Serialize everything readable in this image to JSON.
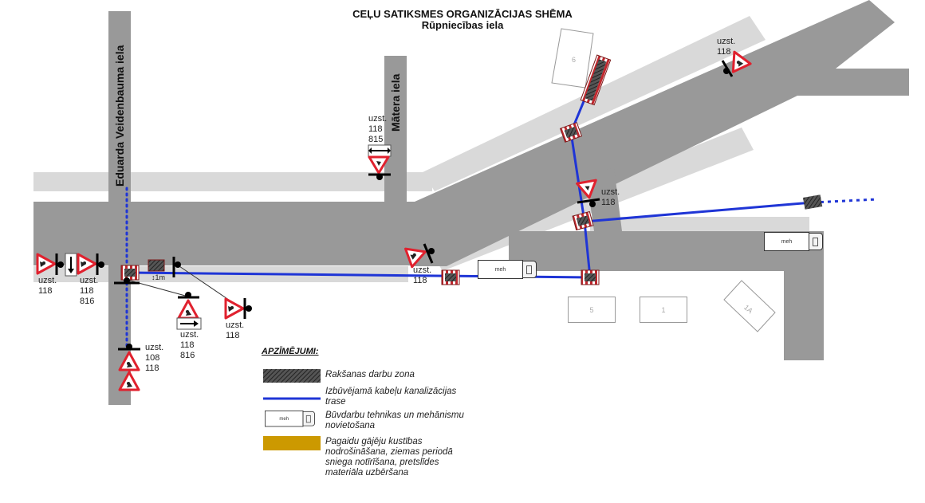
{
  "title": {
    "main": "CEĻU SATIKSMES ORGANIZĀCIJAS SHĒMA",
    "sub": "Rūpniecības iela"
  },
  "streets": {
    "vertical_left": "Eduarda Veidenbauma iela",
    "vertical_mid": "Mātera iela"
  },
  "buildings": [
    {
      "id": "b6",
      "label": "6"
    },
    {
      "id": "b5",
      "label": "5"
    },
    {
      "id": "b1",
      "label": "1"
    },
    {
      "id": "b1a",
      "label": "1A"
    }
  ],
  "vehicles": [
    {
      "id": "meh-1",
      "label": "meh"
    },
    {
      "id": "meh-2",
      "label": "meh"
    },
    {
      "id": "meh-legend",
      "label": "meh"
    }
  ],
  "sign_labels": {
    "left1": {
      "word": "uzst.",
      "codes": [
        "118"
      ]
    },
    "left2": {
      "word": "uzst.",
      "codes": [
        "118",
        "816"
      ]
    },
    "mid_low": {
      "word": "uzst.",
      "codes": [
        "118",
        "816"
      ]
    },
    "diag_low": {
      "word": "uzst.",
      "codes": [
        "118"
      ]
    },
    "bottom": {
      "word": "uzst.",
      "codes": [
        "108",
        "118"
      ]
    },
    "matera": {
      "word": "uzst.",
      "codes": [
        "118",
        "815"
      ]
    },
    "center": {
      "word": "uzst.",
      "codes": [
        "118"
      ]
    },
    "center_right": {
      "word": "uzst.",
      "codes": [
        "118"
      ]
    },
    "top_right": {
      "word": "uzst.",
      "codes": [
        "118"
      ]
    }
  },
  "distance_marker": "↕1m",
  "legend": {
    "title": "APZĪMĒJUMI:",
    "items": [
      {
        "type": "hatched-zone",
        "label": "Rakšanas darbu zona"
      },
      {
        "type": "blue-line",
        "label": "Izbūvējamā kabeļu kanalizācijas trase"
      },
      {
        "type": "vehicle",
        "label": "Būvdarbu tehnikas un mehānismu novietošana"
      },
      {
        "type": "gold-box",
        "label": "Pagaidu gājēju kustības nodrošināšana, ziemas periodā sniega notīrīšana, pretslīdes materiāla uzbēršana"
      }
    ]
  },
  "colors": {
    "road": "#999999",
    "sidewalk": "#d9d9d9",
    "cable": "#1f35d6",
    "sign_red": "#e0212e",
    "pedestrian": "#cc9900"
  }
}
